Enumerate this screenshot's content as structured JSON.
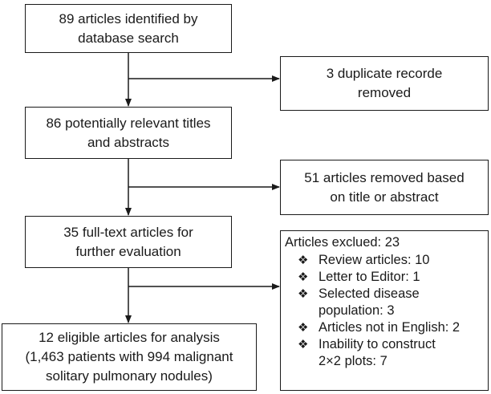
{
  "flow": {
    "identified": "89 articles identified by\ndatabase search",
    "duplicates": "3 duplicate recorde\nremoved",
    "relevant": "86 potentially relevant titles\nand abstracts",
    "removed": "51 articles removed based\non title or abstract",
    "fulltext": "35 full-text articles for\nfurther evaluation",
    "eligible": "12 eligible articles for analysis\n(1,463 patients with 994 malignant\nsolitary pulmonary nodules)"
  },
  "excluded": {
    "title": "Articles exclued: 23",
    "bullet_glyph": "❖",
    "reasons": [
      "Review articles: 10",
      "Letter to Editor: 1",
      "Selected disease\npopulation: 3",
      "Articles not in English: 2",
      "Inability to construct\n2×2 plots: 7"
    ]
  },
  "colors": {
    "stroke": "#1a1a1a",
    "background": "#ffffff"
  }
}
